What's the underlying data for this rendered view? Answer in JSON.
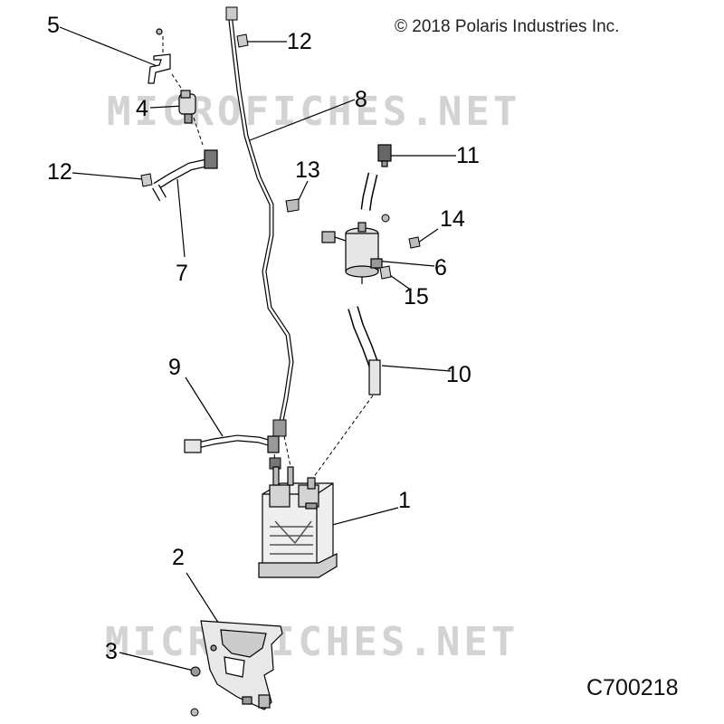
{
  "copyright": "© 2018 Polaris Industries Inc.",
  "figure_code": "C700218",
  "watermark": "MICROFICHES.NET",
  "callouts": [
    "5",
    "12",
    "4",
    "8",
    "11",
    "12",
    "13",
    "14",
    "6",
    "7",
    "15",
    "9",
    "10",
    "1",
    "2",
    "3"
  ]
}
